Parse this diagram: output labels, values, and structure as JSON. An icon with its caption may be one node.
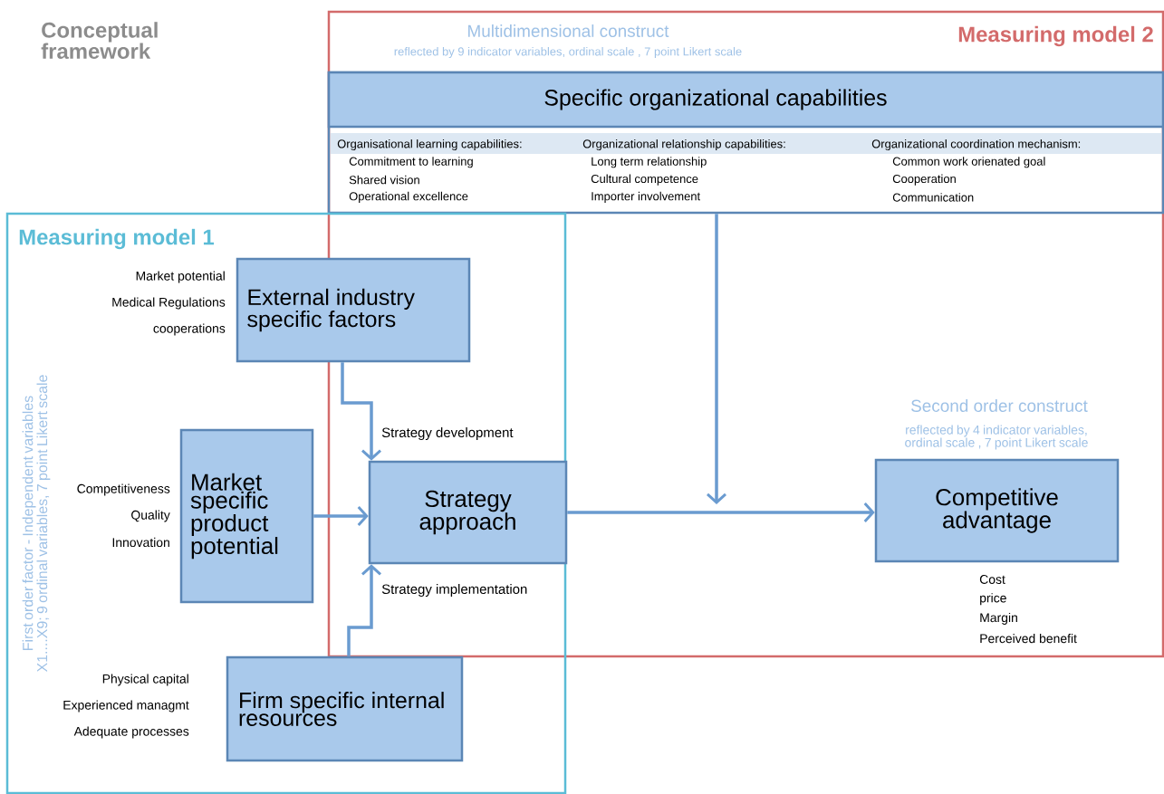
{
  "diagram": {
    "title": "Conceptual framework",
    "nodes": [
      {
        "text": [
          "Multidimensional construct",
          "Measuring model 2",
          "reflected by 9 indicator variables, ordinal  scale , 7 point Likert scale"
        ]
      },
      {
        "text": [
          "Specific organizational capabilities",
          "Organisational learning capabilities:",
          "Commitment to learning",
          "Shared vision",
          "Operational excellence",
          "Organizational relationship capabilities:",
          "Long term relationship",
          "Cultural competence",
          "Importer involvement",
          "Organizational coordination mechanism:",
          "Common work orienated goal",
          "Cooperation",
          "Communication"
        ],
        "in": 0
      },
      {
        "text": [
          "Measuring model 1",
          "First order factor - Independent variables  X1....X9; 9 ordinal variables, 7 point Likert scale"
        ]
      },
      {
        "text": [
          "External industry specific factors"
        ],
        "in": 2,
        "beside": [
          "Market potential",
          "Medical Regulations",
          "cooperations"
        ]
      },
      {
        "text": [
          "Market specific product potential"
        ],
        "in": 2,
        "beside": [
          "Competitiveness",
          "Quality",
          "Innovation"
        ]
      },
      {
        "text": [
          "Strategy approach"
        ]
      },
      {
        "text": [
          "Competitive advantage"
        ],
        "in": 0,
        "beside": [
          "Second order construct",
          "reflected by 4 indicator variables, ordinal  scale , 7 point Likert scale",
          "Cost",
          "price",
          "Margin",
          "Perceived benefit"
        ]
      },
      {
        "text": [
          "Firm specific internal resources"
        ],
        "in": 2,
        "beside": [
          "Physical capital",
          "Experienced managmt",
          "Adequate processes"
        ]
      }
    ],
    "edges": [
      {
        "from": 3,
        "to": 5,
        "arrow": "to",
        "label": "Strategy development"
      },
      {
        "from": 4,
        "to": 5,
        "arrow": "to"
      },
      {
        "from": 7,
        "to": 5,
        "arrow": "to",
        "label": "Strategy implementation"
      },
      {
        "from": 5,
        "to": 6,
        "arrow": "to"
      },
      {
        "from": 1,
        "to": null,
        "arrow": "to"
      }
    ]
  }
}
